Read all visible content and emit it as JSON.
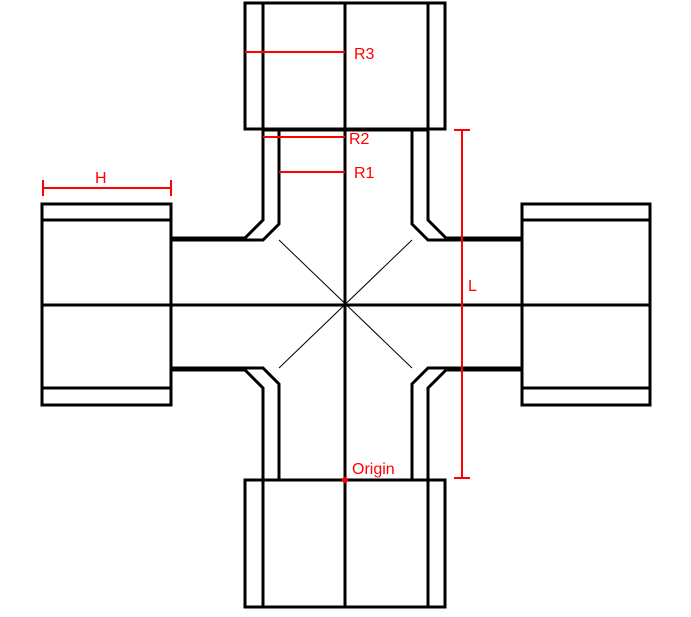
{
  "diagram": {
    "labels": {
      "r3": "R3",
      "r2": "R2",
      "r1": "R1",
      "h": "H",
      "l": "L",
      "origin": "Origin"
    },
    "colors": {
      "outline": "#000000",
      "dimension": "#ff0000",
      "background": "#ffffff"
    }
  }
}
